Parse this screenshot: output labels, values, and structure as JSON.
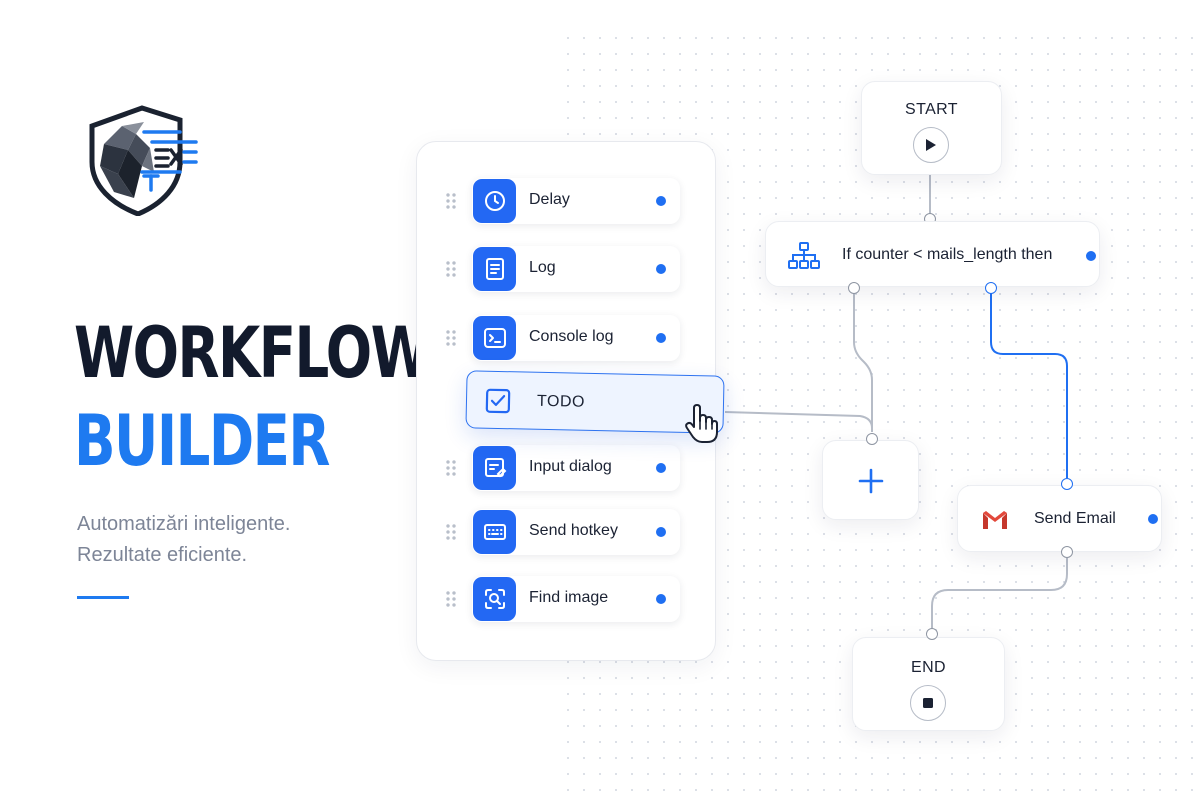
{
  "hero": {
    "title_line1": "WORKFLOW",
    "title_line2": "BUILDER",
    "tagline_line1": "Automatizări inteligente.",
    "tagline_line2": "Rezultate eficiente.",
    "logo_icon": "shield-horse-logo"
  },
  "palette": {
    "items": [
      {
        "label": "Delay",
        "icon": "clock-icon"
      },
      {
        "label": "Log",
        "icon": "document-icon"
      },
      {
        "label": "Console log",
        "icon": "terminal-icon"
      },
      {
        "label": "Input dialog",
        "icon": "input-dialog-icon"
      },
      {
        "label": "Send hotkey",
        "icon": "keyboard-icon"
      },
      {
        "label": "Find image",
        "icon": "image-search-icon"
      }
    ],
    "dragged_item": {
      "label": "TODO",
      "icon": "checkbox-icon"
    }
  },
  "flow": {
    "start": {
      "title": "START",
      "icon": "play-icon"
    },
    "condition": {
      "label": "If counter < mails_length then",
      "icon": "hierarchy-icon"
    },
    "add_node": {
      "icon": "plus-icon"
    },
    "email": {
      "label": "Send Email",
      "icon": "gmail-icon"
    },
    "end": {
      "title": "END",
      "icon": "stop-icon"
    }
  },
  "colors": {
    "accent": "#1e7af0",
    "icon_bg": "#2368f3",
    "title_dark": "#121a2c",
    "muted_text": "#7d8597"
  }
}
